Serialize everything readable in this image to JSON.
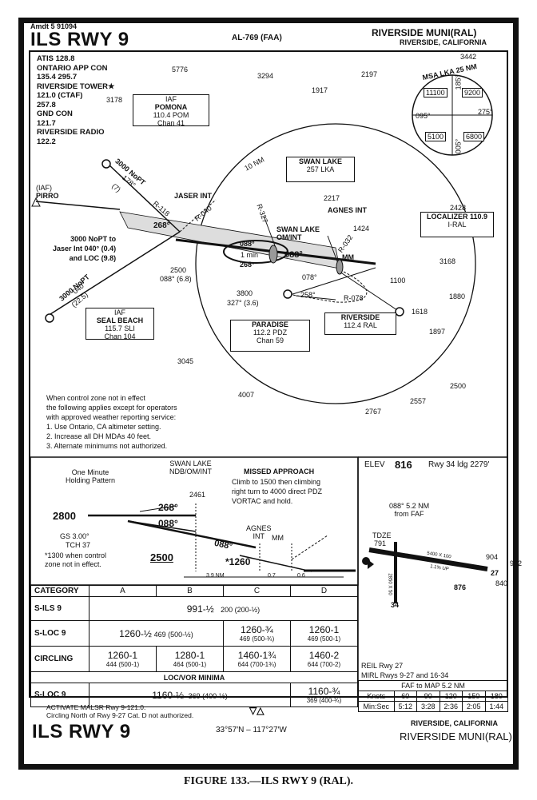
{
  "header": {
    "amendment": "Amdt 5  91094",
    "title": "ILS RWY 9",
    "chart_id": "AL-769 (FAA)",
    "airport": "RIVERSIDE MUNI(RAL)",
    "location": "RIVERSIDE, CALIFORNIA"
  },
  "comms": [
    "ATIS 128.8",
    "ONTARIO APP CON",
    "135.4 295.7",
    "RIVERSIDE TOWER★",
    "121.0 (CTAF)",
    "257.8",
    "GND CON",
    "121.7",
    "RIVERSIDE RADIO",
    "122.2"
  ],
  "plan": {
    "elevations": [
      "5776",
      "3294",
      "2197",
      "1917",
      "3178",
      "3442",
      "2217",
      "2428",
      "1424",
      "3168",
      "1100",
      "1880",
      "1618",
      "1897",
      "3045",
      "2500",
      "2557",
      "4007",
      "2767"
    ],
    "msa": {
      "label": "MSA LKA 25 NM",
      "s1": "11100",
      "s2": "9200",
      "s3": "5100",
      "s4": "6800",
      "b1": "095°",
      "b2": "275°",
      "b3": "005°",
      "b4": "185°"
    },
    "iaf_pomona": {
      "tag": "IAF",
      "name": "POMONA",
      "freq": "110.4 POM",
      "chan": "Chan 41"
    },
    "iaf_pirro": {
      "tag": "(IAF)",
      "name": "PIRRO"
    },
    "pirro_note": [
      "3000 NoPT to",
      "Jaser Int 040° (0.4)",
      "and LOC (9.8)"
    ],
    "swan_lake_box": {
      "name": "SWAN LAKE",
      "freq": "257 LKA"
    },
    "localizer": {
      "name": "LOCALIZER 110.9",
      "ident": "I-RAL"
    },
    "seal_beach": {
      "tag": "IAF",
      "name": "SEAL BEACH",
      "freq": "115.7 SLI",
      "chan": "Chan 104"
    },
    "paradise": {
      "name": "PARADISE",
      "freq": "112.2 PDZ",
      "chan": "Chan 59"
    },
    "riverside": {
      "name": "RIVERSIDE",
      "freq": "112.4 RAL"
    },
    "jaser": "JASER INT",
    "agnes": "AGNES INT",
    "swan_om": "SWAN LAKE OM/INT",
    "mm": "MM",
    "radials": {
      "r118": "R-118",
      "r040": "R-040",
      "r327": "R-327",
      "r032": "R-032",
      "r078": "R-078",
      "r258": "258°",
      "r078b": "078°"
    },
    "route_pomona": [
      "3000 NoPT",
      "178°",
      "(7)"
    ],
    "route_seal": [
      "3000 NoPT",
      "040°",
      "(22.5)"
    ],
    "hold": {
      "in": "088°",
      "out": "268°",
      "time": "1 min"
    },
    "course_268": "268°",
    "course_088": "088°",
    "jaser_alt": [
      "2500",
      "088° (6.8)"
    ],
    "paradise_alt": [
      "3800",
      "327° (3.6)"
    ],
    "range_ring": "10 NM",
    "note_title": "When control zone not in effect",
    "note_lines": [
      "the following applies except for operators",
      "with approved weather reporting service:",
      "1. Use Ontario, CA altimeter setting.",
      "2. Increase all DH MDAs 40 feet.",
      "3. Alternate minimums not authorized."
    ]
  },
  "profile": {
    "holding_label": [
      "One Minute",
      "Holding Pattern"
    ],
    "swan_label": [
      "SWAN LAKE",
      "NDB/OM/INT"
    ],
    "alt_2461": "2461",
    "missed_title": "MISSED APPROACH",
    "missed_text": [
      "Climb to 1500 then climbing",
      "right turn to 4000 direct PDZ",
      "VORTAC and hold."
    ],
    "alt_2800": "2800",
    "c268": "268°",
    "c088": "088°",
    "gs": "GS 3.00°",
    "tch": "TCH 37",
    "alt_2500": "2500",
    "note_1300": [
      "*1300 when control",
      "zone not in effect."
    ],
    "agnes": [
      "AGNES",
      "INT"
    ],
    "mm": "MM",
    "c088b": "088°",
    "alt_1260": "*1260",
    "d1": "3.9 NM",
    "d2": "0.7",
    "d3": "0.6"
  },
  "minima": {
    "headers": [
      "CATEGORY",
      "A",
      "B",
      "C",
      "D"
    ],
    "sils": {
      "label": "S-ILS  9",
      "v": "991-½",
      "h": "200 (200-½)"
    },
    "sloc": {
      "label": "S-LOC  9",
      "ab": "1260-½",
      "abh": "469 (500-½)",
      "c": "1260-¾",
      "ch": "469 (500-¾)",
      "d": "1260-1",
      "dh": "469 (500-1)"
    },
    "circ": {
      "label": "CIRCLING",
      "a": "1260-1",
      "ah": "444 (500-1)",
      "b": "1280-1",
      "bh": "464 (500-1)",
      "c": "1460-1¾",
      "ch": "644 (700-1¾)",
      "d": "1460-2",
      "dh": "644 (700-2)"
    },
    "vor_title": "LOC/VOR MINIMA",
    "vor": {
      "label": "S-LOC  9",
      "abc": "1160-½",
      "abch": "369 (400-½)",
      "d": "1160-¾",
      "dh": "369 (400-¾)"
    },
    "activate": "ACTIVATE MALSR Rwy 9-121.0.",
    "circling_note": "Circling North of Rwy 9-27 Cat. D not authorized.",
    "symbols": "▽△"
  },
  "airport_diagram": {
    "elev_label": "ELEV",
    "elev": "816",
    "rwy_ldg": "Rwy 34 ldg 2279'",
    "faf_dist": [
      "088° 5.2 NM",
      "from FAF"
    ],
    "tdze": "TDZE",
    "tdze_v": "791",
    "rwy_dims": "5400 X 100",
    "elev_904": "904",
    "elev_902": "902",
    "elev_876": "876",
    "elev_840": "840",
    "rwy_27": "27",
    "rwy_34": "34",
    "rwy_dims2": "2850 X 50",
    "reil": "REIL Rwy 27",
    "mirl": "MIRL Rwys 9-27 and 16-34",
    "slope": "1.1% UP"
  },
  "faf_table": {
    "title": "FAF to MAP 5.2 NM",
    "knots_label": "Knots",
    "knots": [
      "60",
      "90",
      "120",
      "150",
      "180"
    ],
    "time_label": "Min:Sec",
    "times": [
      "5:12",
      "3:28",
      "2:36",
      "2:05",
      "1:44"
    ]
  },
  "footer": {
    "title": "ILS RWY 9",
    "coords": "33°57′N – 117°27′W",
    "location": "RIVERSIDE, CALIFORNIA",
    "airport": "RIVERSIDE MUNI(RAL)"
  },
  "caption": "FIGURE 133.—ILS RWY 9 (RAL)."
}
